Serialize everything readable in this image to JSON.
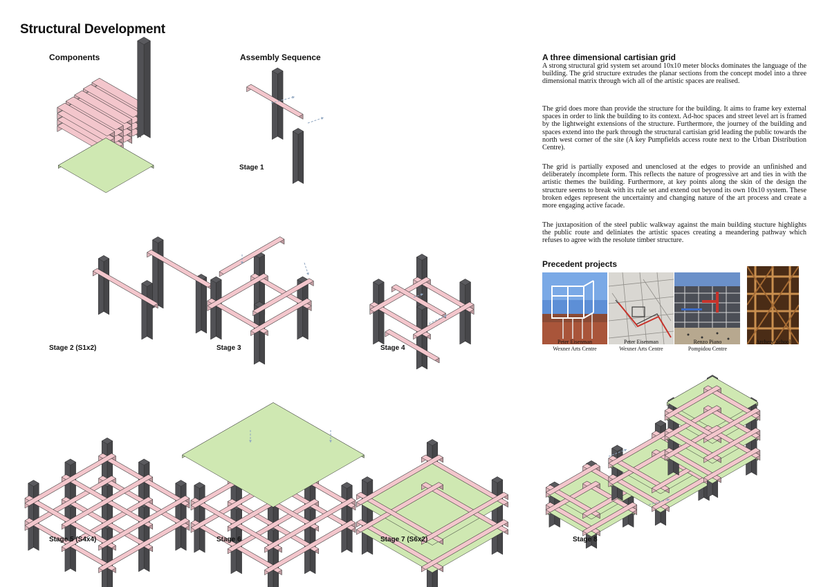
{
  "page_title": "Structural Development",
  "sections": {
    "components": "Components",
    "assembly": "Assembly Sequence"
  },
  "stages": [
    "Stage 1",
    "Stage 2 (S1x2)",
    "Stage 3",
    "Stage 4",
    "Stage 5 (S4x4)",
    "Stage 6",
    "Stage 7 (S6x2)",
    "Stage 8"
  ],
  "text": {
    "heading": "A three dimensional cartisian grid",
    "paragraphs": [
      "A strong structural grid system set around 10x10 meter blocks dominates the language of the building. The grid structure extrudes the planar sections from the concept model into a three dimensional matrix through wich all of the artistic spaces are realised.",
      "The grid does more than provide the  structure for the building. It aims to frame key external spaces in order to link the building to its context. Ad-hoc spaces and street level art is framed by the lightweight extensions of the structure. Furthermore, the journey of the building and spaces extend into the park through the structural cartisian grid leading the public towards the north west corner of the site (A key Pumpfields access route next to the Urban Distribution Centre).",
      "The grid is partially exposed and unenclosed at the edges to provide an unfinished and deliberately incomplete form. This reflects the nature of progressive art and ties in with the artistic themes the building. Furthermore, at key points along the skin of the design the structure seems to break with its rule set and extend out beyond its own 10x10 system. These broken edges represent the uncertainty and changing nature of the art process and create a more engaging active facade.",
      "The juxtaposition of the steel public walkway against the main building stucture highlights the public route and deliniates the artistic spaces creating a meandering pathway which refuses to agree with the resolute timber structure."
    ]
  },
  "precedents": {
    "heading": "Precedent projects",
    "items": [
      {
        "line1": "Peter Eisenman",
        "line2": "Wexner Arts Centre"
      },
      {
        "line1": "Peter Eisenman",
        "line2": "Wexner Arts Centre"
      },
      {
        "line1": "Renzo Piano",
        "line2": "Pompidou Centre"
      },
      {
        "line1": "",
        "line2": "Archery School"
      }
    ]
  },
  "colors": {
    "beam": "#f3c6cc",
    "beam_edge": "#8a5a60",
    "column": "#5a5a5e",
    "slab": "#cfe8b2",
    "arrow": "#8fa6c0"
  }
}
